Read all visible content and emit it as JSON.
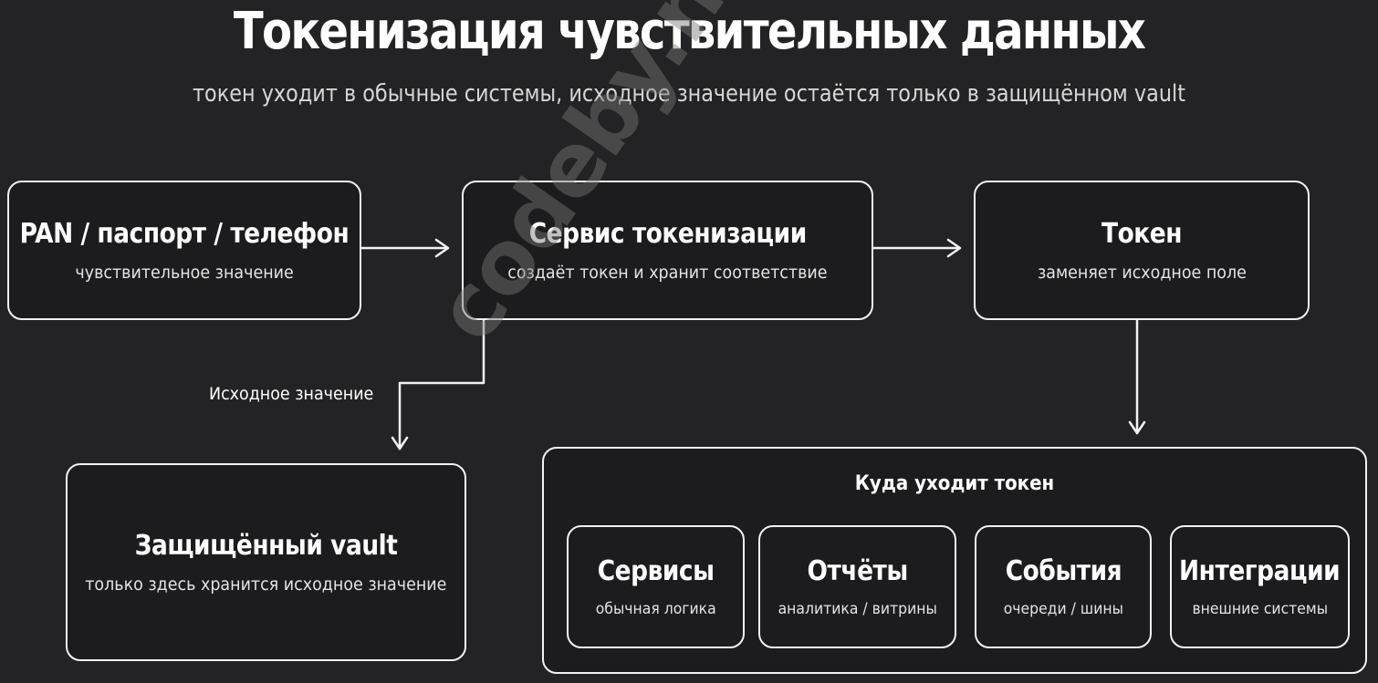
{
  "header": {
    "title": "Токенизация чувствительных данных",
    "subtitle": "токен уходит в обычные системы, исходное значение остаётся только в защищённом vault"
  },
  "nodes": {
    "source": {
      "title": "PAN / паспорт / телефон",
      "subtitle": "чувствительное значение"
    },
    "service": {
      "title": "Сервис токенизации",
      "subtitle": "создаёт токен и хранит соответствие"
    },
    "token": {
      "title": "Токен",
      "subtitle": "заменяет исходное поле"
    },
    "vault": {
      "title": "Защищённый vault",
      "subtitle": "только здесь хранится исходное значение"
    }
  },
  "edges": {
    "service_to_vault_label": "Исходное значение"
  },
  "destinations": {
    "heading": "Куда уходит токен",
    "items": [
      {
        "title": "Сервисы",
        "subtitle": "обычная логика"
      },
      {
        "title": "Отчёты",
        "subtitle": "аналитика / витрины"
      },
      {
        "title": "События",
        "subtitle": "очереди / шины"
      },
      {
        "title": "Интеграции",
        "subtitle": "внешние системы"
      }
    ]
  },
  "watermark": "codeby.net",
  "colors": {
    "background": "#232325",
    "box_fill": "#1c1c1e",
    "stroke": "#f2f2f2",
    "text": "#ffffff",
    "subtext": "#d6d6d6"
  }
}
